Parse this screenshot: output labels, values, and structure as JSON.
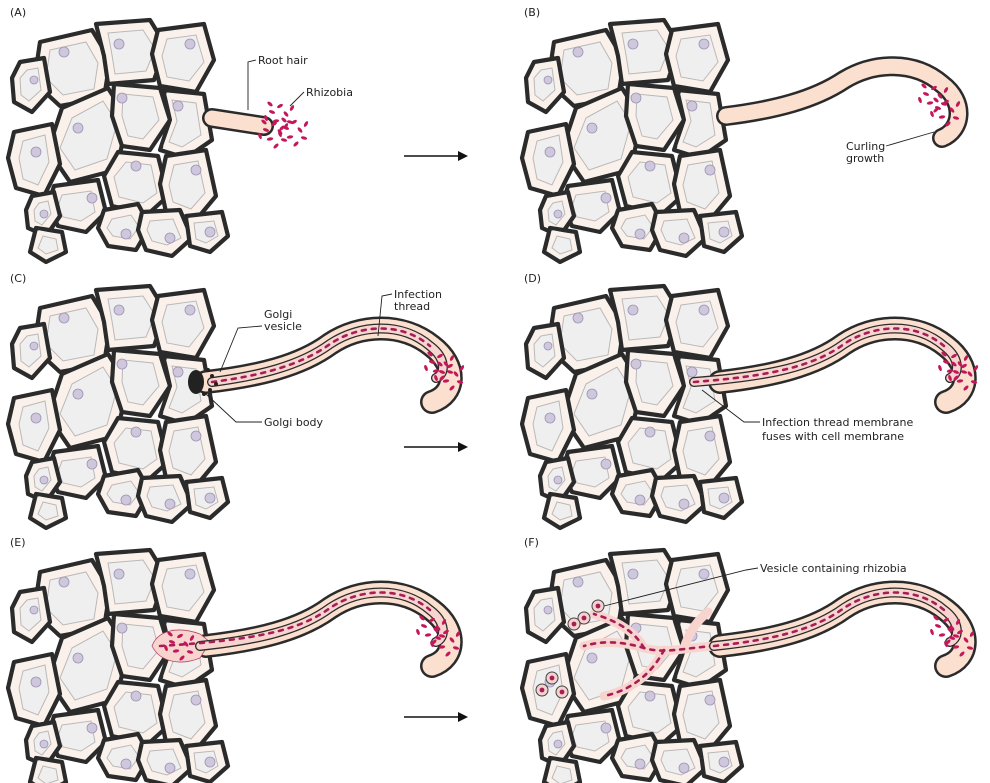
{
  "panels": [
    {
      "id": "A",
      "label": "(A)",
      "stage": "root-hair"
    },
    {
      "id": "B",
      "label": "(B)",
      "stage": "curling"
    },
    {
      "id": "C",
      "label": "(C)",
      "stage": "infection-thread"
    },
    {
      "id": "D",
      "label": "(D)",
      "stage": "membrane-fusion"
    },
    {
      "id": "E",
      "label": "(E)",
      "stage": "release"
    },
    {
      "id": "F",
      "label": "(F)",
      "stage": "spread"
    }
  ],
  "labels": {
    "root_hair": "Root hair",
    "rhizobia": "Rhizobia",
    "curling_line1": "Curling",
    "curling_line2": "growth",
    "infection_thread_line1": "Infection",
    "infection_thread_line2": "thread",
    "golgi_vesicle_line1": "Golgi",
    "golgi_vesicle_line2": "vesicle",
    "golgi_body": "Golgi body",
    "fusion_line1": "Infection thread membrane",
    "fusion_line2": "fuses with cell membrane",
    "vesicle_containing_rhizobia": "Vesicle containing rhizobia"
  },
  "colors": {
    "cell_wall": "#2b2b2b",
    "cytoplasm": "#fbf1ea",
    "vacuole": "#efefef",
    "nucleus": "#cfc7dc",
    "root_hair": "#fbe0d0",
    "infection_thread": "#f8d4cf",
    "rhizobia": "#c2185b"
  }
}
